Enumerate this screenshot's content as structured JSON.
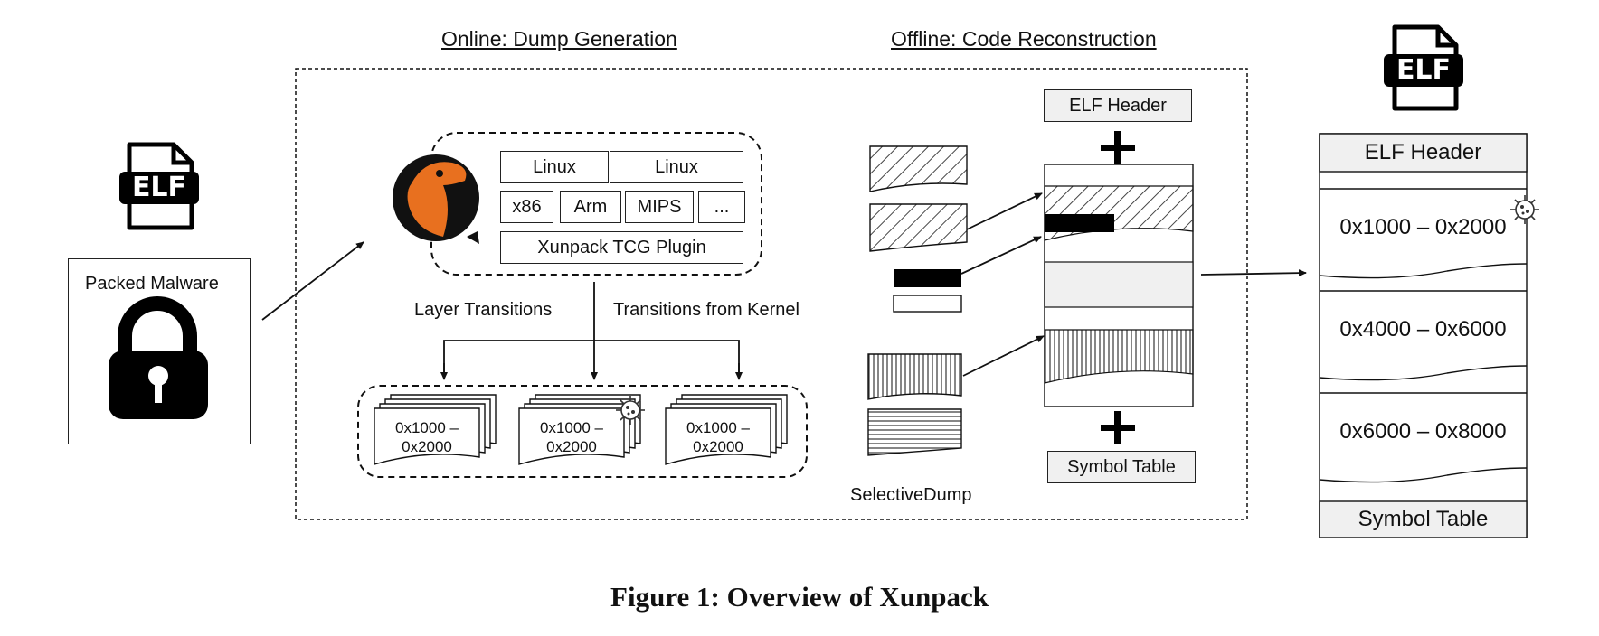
{
  "sections": {
    "online_title": "Online: Dump Generation",
    "offline_title": "Offline: Code Reconstruction"
  },
  "input": {
    "label": "Packed Malware",
    "file_icon_text": "ELF"
  },
  "plugin": {
    "os_cells": [
      "Linux",
      "Linux"
    ],
    "arch_cells": [
      "x86",
      "Arm",
      "MIPS",
      "..."
    ],
    "plugin_label": "Xunpack TCG Plugin"
  },
  "transitions": {
    "left": "Layer Transitions",
    "right": "Transitions from Kernel"
  },
  "dump_pages": [
    {
      "line1": "0x1000 –",
      "line2": "0x2000"
    },
    {
      "line1": "0x1000 –",
      "line2": "0x2000"
    },
    {
      "line1": "0x1000 –",
      "line2": "0x2000"
    }
  ],
  "offline": {
    "selective_dump": "SelectiveDump",
    "elf_header": "ELF Header",
    "symbol_table": "Symbol Table",
    "plus": "+"
  },
  "output": {
    "file_icon_text": "ELF",
    "header": "ELF Header",
    "segments": [
      "0x1000 – 0x2000",
      "0x4000 – 0x6000",
      "0x6000 – 0x8000"
    ],
    "symbol_table": "Symbol Table"
  },
  "caption": "Figure 1: Overview of Xunpack",
  "colors": {
    "qemu_orange": "#e8701f",
    "ink": "#111111",
    "panel_gray": "#f0f0f0"
  }
}
